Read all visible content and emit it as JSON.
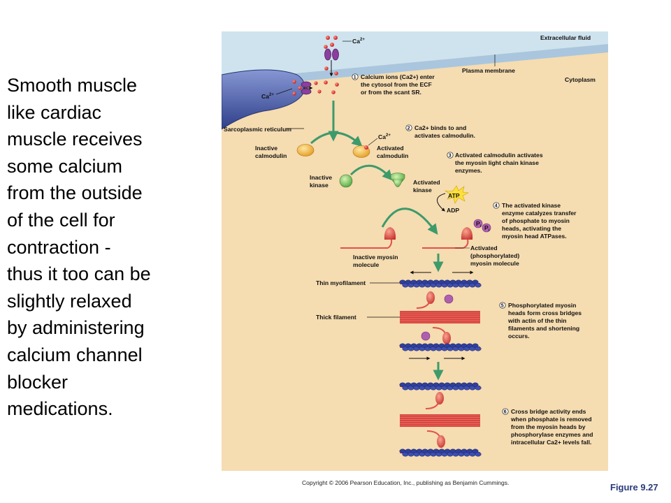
{
  "body_text_lines": [
    "Smooth muscle",
    "like cardiac",
    "muscle receives",
    "some calcium",
    "from the outside",
    "of the cell for",
    "contraction -",
    "thus it too can be",
    "slightly relaxed",
    "by administering",
    "calcium channel",
    "blocker",
    "medications."
  ],
  "figure": {
    "labels": {
      "extracellular_fluid": "Extracellular fluid",
      "plasma_membrane": "Plasma membrane",
      "cytoplasm": "Cytoplasm",
      "sarcoplasmic_reticulum": "Sarcoplasmic reticulum",
      "ca_ion": "Ca",
      "ca_sup": "2+",
      "inactive_calmodulin_1": "Inactive",
      "inactive_calmodulin_2": "calmodulin",
      "activated_calmodulin_1": "Activated",
      "activated_calmodulin_2": "calmodulin",
      "inactive_kinase_1": "Inactive",
      "inactive_kinase_2": "kinase",
      "activated_kinase_1": "Activated",
      "activated_kinase_2": "kinase",
      "atp": "ATP",
      "adp": "ADP",
      "pi_p": "P",
      "pi_i": "i",
      "inactive_myosin_1": "Inactive myosin",
      "inactive_myosin_2": "molecule",
      "activated_myosin_1": "Activated",
      "activated_myosin_2": "(phosphorylated)",
      "activated_myosin_3": "myosin molecule",
      "thin_myofilament": "Thin myofilament",
      "thick_filament": "Thick filament"
    },
    "steps": [
      {
        "number": "1",
        "lines": [
          "Calcium ions (Ca2+) enter",
          "the cytosol from the ECF",
          "or from the scant SR."
        ]
      },
      {
        "number": "2",
        "lines": [
          "Ca2+ binds to and",
          "activates calmodulin."
        ]
      },
      {
        "number": "3",
        "lines": [
          "Activated calmodulin activates",
          "the myosin light chain kinase",
          "enzymes."
        ]
      },
      {
        "number": "4",
        "lines": [
          "The activated kinase",
          "enzyme catalyzes transfer",
          "of phosphate to myosin",
          "heads, activating the",
          "myosin head ATPases."
        ]
      },
      {
        "number": "5",
        "lines": [
          "Phosphorylated myosin",
          "heads form cross bridges",
          "with actin of the thin",
          "filaments and shortening",
          "occurs."
        ]
      },
      {
        "number": "6",
        "lines": [
          "Cross bridge activity ends",
          "when phosphate is removed",
          "from the myosin heads by",
          "phosphorylase enzymes and",
          "intracellular Ca2+ levels fall."
        ]
      }
    ]
  },
  "copyright": "Copyright © 2006 Pearson Education, Inc., publishing as Benjamin Cummings.",
  "figure_label": "Figure 9.27",
  "colors": {
    "cytoplasm": "#f5dcb1",
    "extracellular": "#cfe3ee",
    "membrane": "#b0cbe0",
    "sr": "#4a5faa",
    "arrow_green": "#3d9a6b",
    "calcium": "#e02020",
    "myosin": "#e2504a",
    "actin": "#2f3f9a",
    "calmodulin": "#f0b840",
    "kinase": "#8fd06a",
    "phosphate": "#b05fb0",
    "atp": "#ffe03a"
  }
}
